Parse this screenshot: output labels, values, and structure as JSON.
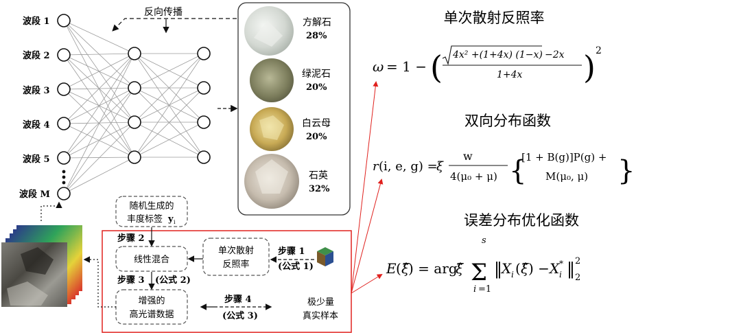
{
  "network": {
    "input_labels": [
      "波段 1",
      "波段 2",
      "波段 3",
      "波段 4",
      "波段 5",
      "波段 M"
    ],
    "backprop_label": "反向传播"
  },
  "minerals": [
    {
      "name": "方解石",
      "percent": "28%",
      "color": "#d9dcd7"
    },
    {
      "name": "绿泥石",
      "percent": "20%",
      "color": "#8e8e6a"
    },
    {
      "name": "白云母",
      "percent": "20%",
      "color": "#c9b46a"
    },
    {
      "name": "石英",
      "percent": "32%",
      "color": "#cbc3b8"
    }
  ],
  "workflow": {
    "random_abundance_label_line1": "随机生成的",
    "random_abundance_label_line2": "丰度标签",
    "random_abundance_symbol": "y",
    "random_abundance_subscript": "i",
    "step2": "步骤 2",
    "linear_mixing": "线性混合",
    "step3": "步骤 3",
    "formula2": "(公式 2)",
    "enhanced_line1": "增强的",
    "enhanced_line2": "高光谱数据",
    "ssa_line1": "单次散射",
    "ssa_line2": "反照率",
    "step1": "步骤 1",
    "formula1": "(公式 1)",
    "step4": "步骤 4",
    "formula3": "(公式 3)",
    "few_samples_line1": "极少量",
    "few_samples_line2": "真实样本"
  },
  "formulas": {
    "ssa_title": "单次散射反照率",
    "brdf_title": "双向分布函数",
    "error_title": "误差分布优化函数"
  },
  "colors": {
    "accent_red": "#e0201d",
    "node_stroke": "#000000",
    "line_gray": "#9a9a9a"
  }
}
